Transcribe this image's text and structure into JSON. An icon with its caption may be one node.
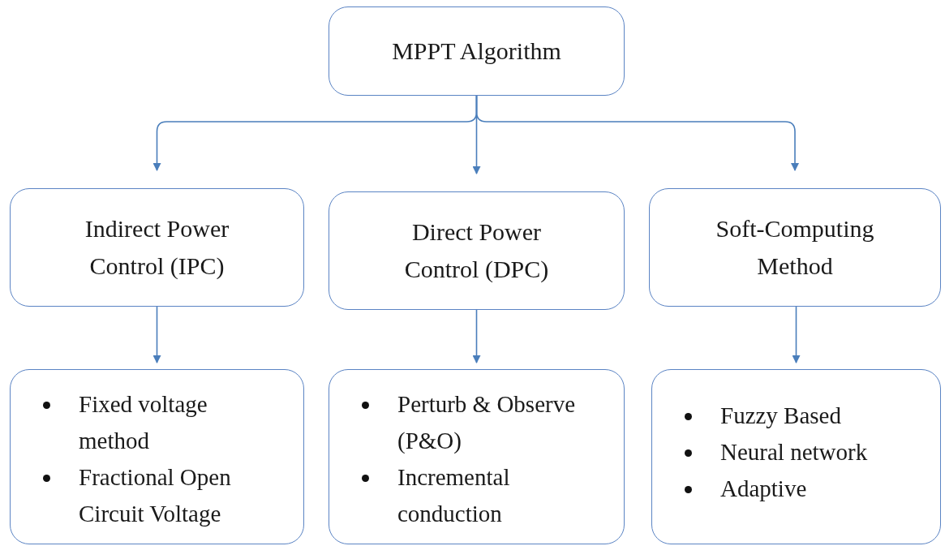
{
  "diagram": {
    "nodes": [
      {
        "text": [
          "MPPT Algorithm"
        ]
      },
      {
        "text": [
          "Indirect Power Control (IPC)"
        ]
      },
      {
        "text": [
          "Direct Power Control (DPC)"
        ]
      },
      {
        "text": [
          "Soft-Computing Method"
        ]
      },
      {
        "text": [
          "Fixed voltage method",
          "Fractional Open Circuit Voltage"
        ]
      },
      {
        "text": [
          "Perturb & Observe (P&O)",
          "Incremental conduction"
        ]
      },
      {
        "text": [
          "Fuzzy Based",
          "Neural network",
          "Adaptive"
        ]
      }
    ],
    "edges": [
      {
        "from": 0,
        "to": 1,
        "arrow": "to"
      },
      {
        "from": 0,
        "to": 2,
        "arrow": "to"
      },
      {
        "from": 0,
        "to": 3,
        "arrow": "to"
      },
      {
        "from": 1,
        "to": 4,
        "arrow": "to"
      },
      {
        "from": 2,
        "to": 5,
        "arrow": "to"
      },
      {
        "from": 3,
        "to": 6,
        "arrow": "to"
      }
    ]
  }
}
